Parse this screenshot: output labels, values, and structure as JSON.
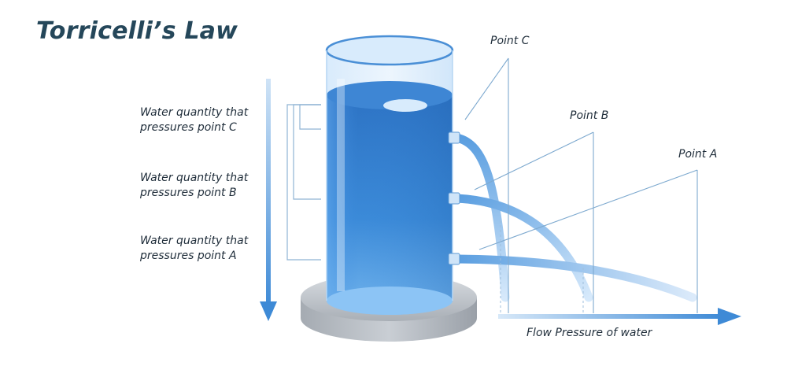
{
  "title": "Torricelli’s Law",
  "labels": {
    "c": [
      "Water quantity that",
      "pressures point C"
    ],
    "b": [
      "Water quantity that",
      "pressures point B"
    ],
    "a": [
      "Water quantity that",
      "pressures point A"
    ]
  },
  "points": {
    "c": "Point C",
    "b": "Point B",
    "a": "Point A"
  },
  "axis_label": "Flow Pressure of water",
  "stock_id": "608430590",
  "colors": {
    "title": "#25475a",
    "water_dark": "#2f7fd0",
    "water_light": "#7ab6ee",
    "guide_line": "#7da9cf",
    "arrow": "#4a90d9"
  }
}
